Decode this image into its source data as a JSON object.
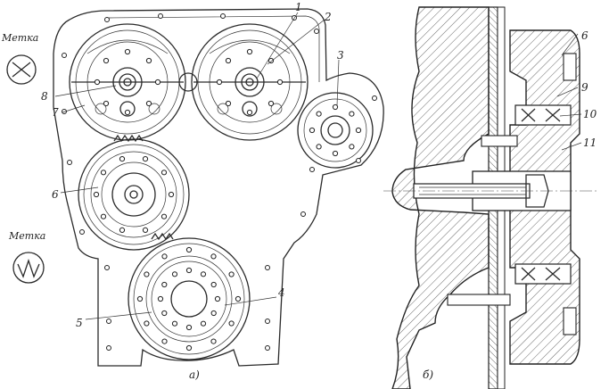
{
  "labels": {
    "mark_top": "Метка",
    "mark_bottom": "Метка",
    "part_1": "1",
    "part_2": "2",
    "part_3": "3",
    "part_4": "4",
    "part_5": "5",
    "part_6_left": "6",
    "part_7": "7",
    "part_8": "8",
    "part_6_right": "6",
    "part_9": "9",
    "part_10": "10",
    "part_11": "11",
    "caption_a": "а)",
    "caption_b": "б)"
  }
}
